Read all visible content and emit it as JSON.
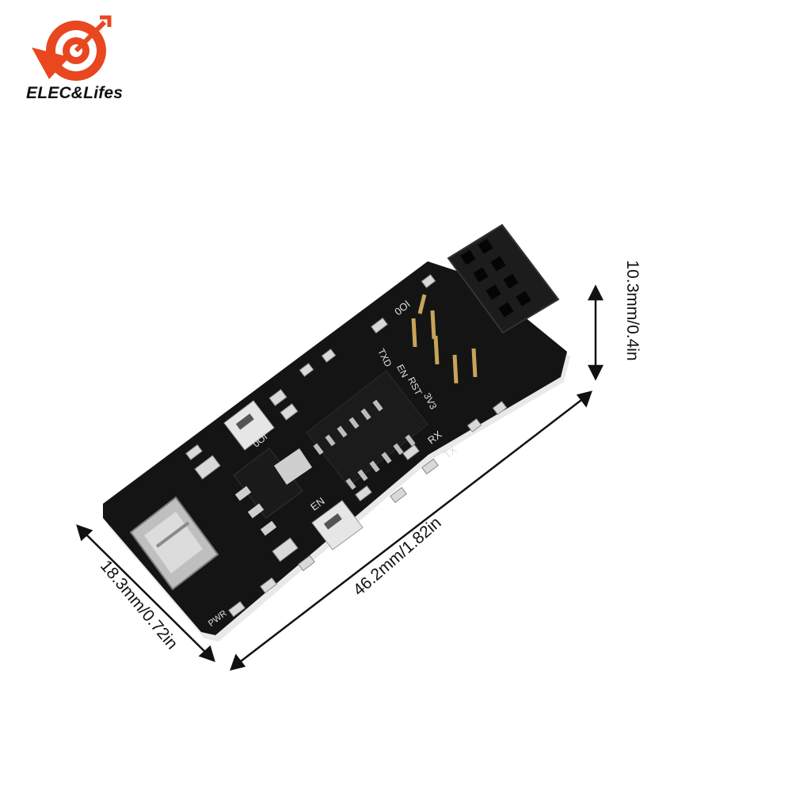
{
  "brand": {
    "name": "ELEC&Lifes",
    "logo_color": "#e8471f"
  },
  "dimensions": {
    "height": "10.3mm/0.4in",
    "length": "46.2mm/1.82in",
    "width": "18.3mm/0.72in"
  },
  "board_labels": {
    "io0_top": "IO0",
    "txd": "TXD",
    "en": "EN",
    "rst": "RST",
    "v33": "3V3",
    "rx": "RX",
    "tx": "TX",
    "io0_button": "IO0",
    "en_button": "EN",
    "pwr": "PWR"
  },
  "colors": {
    "pcb": "#141414",
    "header": "#1c1c1c",
    "pins": "#c8a45a",
    "smd_pads": "#d9d9d9"
  }
}
